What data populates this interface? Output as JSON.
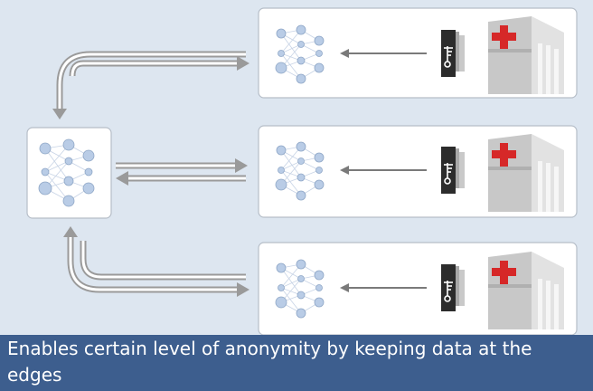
{
  "caption": {
    "text": "Enables certain level of anonymity by keeping data at the edges"
  },
  "diagram": {
    "central_node": {
      "icon": "neural-network-icon"
    },
    "edge_sites": [
      {
        "model_icon": "neural-network-icon",
        "data_icon": "key-document-icon",
        "site_icon": "hospital-building-icon",
        "link_from_center": "curved-arrow-up",
        "link_to_center": "curved-arrow-down"
      },
      {
        "model_icon": "neural-network-icon",
        "data_icon": "key-document-icon",
        "site_icon": "hospital-building-icon",
        "link_from_center": "straight-arrow-right",
        "link_to_center": "straight-arrow-left"
      },
      {
        "model_icon": "neural-network-icon",
        "data_icon": "key-document-icon",
        "site_icon": "hospital-building-icon",
        "link_from_center": "curved-arrow-down",
        "link_to_center": "curved-arrow-up"
      }
    ]
  },
  "colors": {
    "background": "#dde6f0",
    "caption_bar": "#3d5e8e",
    "caption_text": "#ffffff",
    "node_fill": "#b9cce6",
    "node_stroke": "#8ea6c6",
    "arrow": "#9a9a9a",
    "hospital_cross": "#d62828",
    "building": "#c8c8c8",
    "document": "#2c2c2c"
  }
}
